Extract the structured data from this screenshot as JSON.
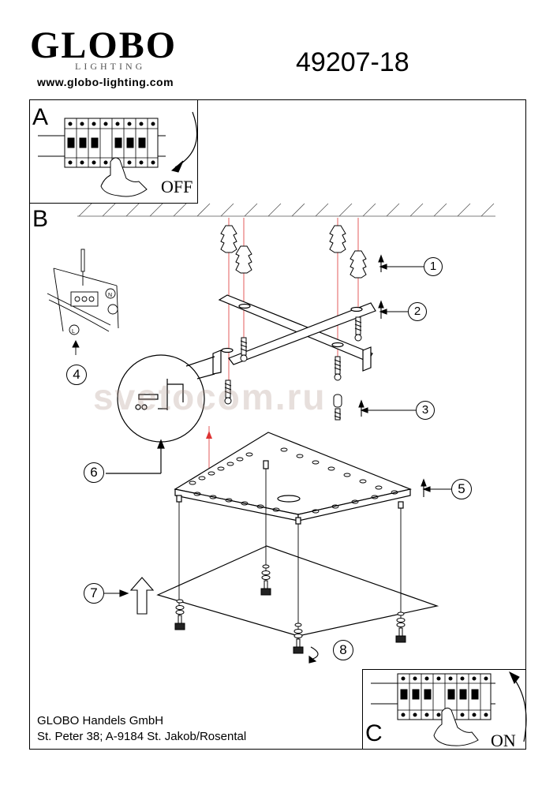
{
  "header": {
    "brand": "GLOBO",
    "brand_sub": "LIGHTING",
    "website": "www.globo-lighting.com",
    "model_number": "49207-18"
  },
  "panels": {
    "a": {
      "letter": "A",
      "switch_label": "OFF"
    },
    "b": {
      "letter": "B"
    },
    "c": {
      "letter": "C",
      "switch_label": "ON"
    }
  },
  "callouts": [
    "1",
    "2",
    "3",
    "4",
    "5",
    "6",
    "7",
    "8"
  ],
  "watermark": "svetocom.ru",
  "footer": {
    "company_name": "GLOBO Handels GmbH",
    "address": "St. Peter 38; A-9184 St. Jakob/Rosental"
  }
}
